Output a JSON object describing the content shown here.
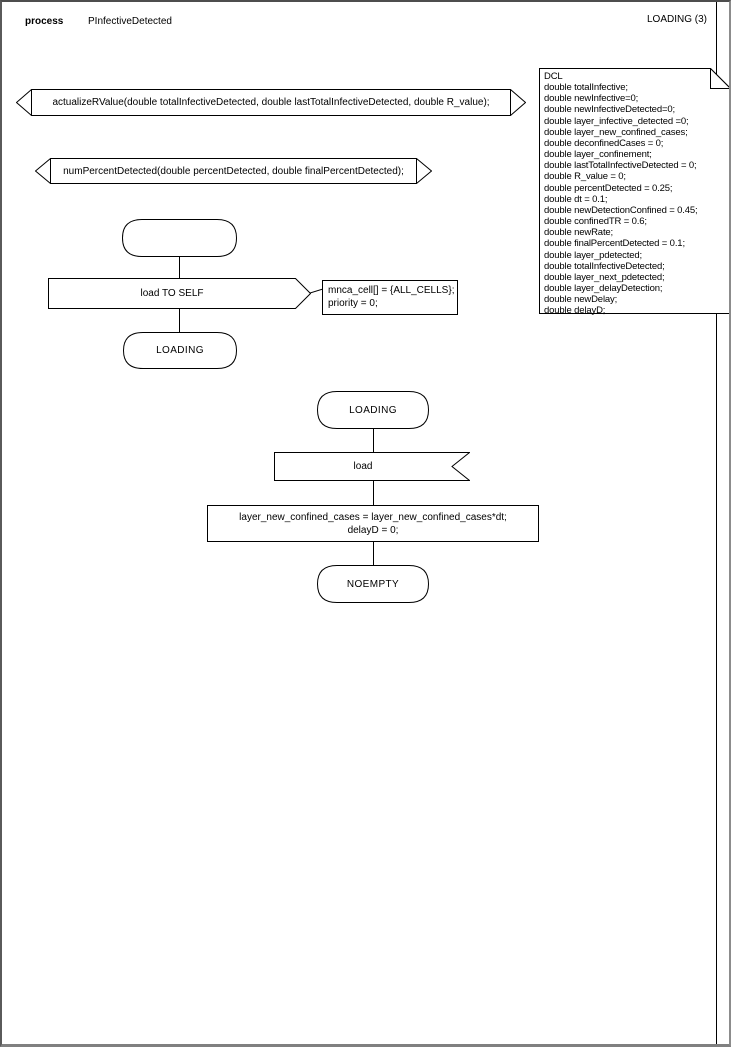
{
  "header": {
    "kind_label": "process",
    "process_name": "PInfectiveDetected",
    "page_label": "LOADING (3)"
  },
  "procedure_declarations": [
    {
      "text": "actualizeRValue(double totalInfectiveDetected, double lastTotalInfectiveDetected, double R_value);"
    },
    {
      "text": "numPercentDetected(double percentDetected, double finalPercentDetected);"
    }
  ],
  "declarations": {
    "lines": [
      "DCL",
      "double totalInfective;",
      "double newInfective=0;",
      "double newInfectiveDetected=0;",
      "double layer_infective_detected =0;",
      "double layer_new_confined_cases;",
      "double deconfinedCases = 0;",
      "double layer_confinement;",
      "double lastTotalInfectiveDetected = 0;",
      "double R_value = 0;",
      "double percentDetected = 0.25;",
      "double dt = 0.1;",
      "double newDetectionConfined = 0.45;",
      "double confinedTR = 0.6;",
      "double newRate;",
      "double finalPercentDetected = 0.1;",
      "double layer_pdetected;",
      "double totalInfectiveDetected;",
      "double layer_next_pdetected;",
      "double layer_delayDetection;",
      "double newDelay;",
      "double delayD;"
    ]
  },
  "start_flow": {
    "start_state_label": "",
    "output_label": "load TO SELF",
    "output_params": [
      "mnca_cell[] = {ALL_CELLS};",
      "priority = 0;"
    ],
    "next_state": "LOADING"
  },
  "loading_flow": {
    "state": "LOADING",
    "input_label": "load",
    "task_lines": [
      "layer_new_confined_cases = layer_new_confined_cases*dt;",
      "delayD = 0;"
    ],
    "next_state": "NOEMPTY"
  }
}
